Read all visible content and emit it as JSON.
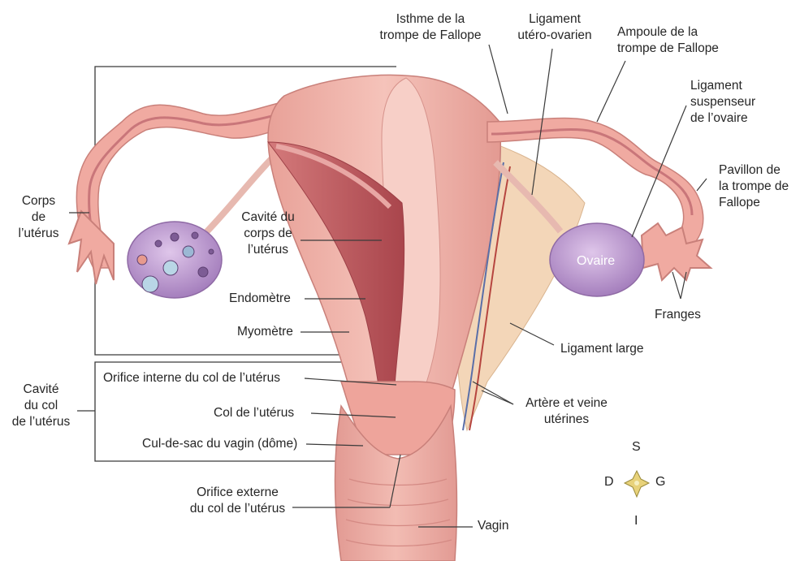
{
  "labels": {
    "isthme": [
      "Isthme de la",
      "trompe de Fallope"
    ],
    "ligament_utero_ovarien": [
      "Ligament",
      "utéro-ovarien"
    ],
    "ampoule": [
      "Ampoule de la",
      "trompe de Fallope"
    ],
    "ligament_suspenseur": [
      "Ligament",
      "suspenseur",
      "de l’ovaire"
    ],
    "pavillon": [
      "Pavillon de",
      "la trompe de",
      "Fallope"
    ],
    "corps_uterus": [
      "Corps",
      "de",
      "l’utérus"
    ],
    "cavite_corps": [
      "Cavité du",
      "corps de",
      "l’utérus"
    ],
    "endometre": "Endomètre",
    "myometre": "Myomètre",
    "ovaire": "Ovaire",
    "franges": "Franges",
    "ligament_large": "Ligament large",
    "cavite_col": [
      "Cavité",
      "du col",
      "de l’utérus"
    ],
    "orifice_interne": "Orifice interne du col de l’utérus",
    "col_uterus": "Col de l’utérus",
    "cul_de_sac": "Cul-de-sac du vagin (dôme)",
    "artere_veine": [
      "Artère et veine",
      "utérines"
    ],
    "orifice_externe": [
      "Orifice externe",
      "du col de l’utérus"
    ],
    "vagin": "Vagin"
  },
  "compass": {
    "top": "S",
    "left": "D",
    "right": "G",
    "bottom": "I"
  },
  "colors": {
    "tissue": "#f2b3aa",
    "tissue_dark": "#d98c86",
    "tissue_light": "#f8d3cc",
    "cavity": "#c45e63",
    "ovary": "#c9a7d8",
    "ligament_large": "#f3d6b8",
    "leader": "#3a3a3a"
  }
}
